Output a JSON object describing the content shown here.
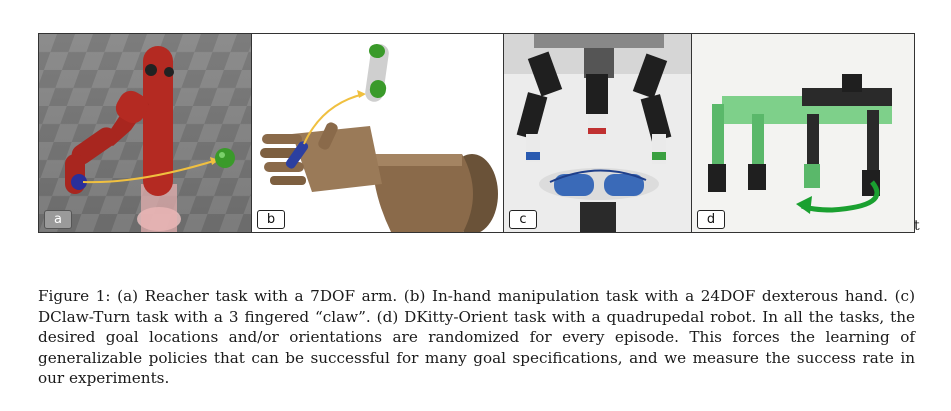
{
  "panels": [
    {
      "label": "a",
      "description": "Reacher task with a 7DOF arm"
    },
    {
      "label": "b",
      "description": "In-hand manipulation task with a 24DOF dexterous hand"
    },
    {
      "label": "c",
      "description": "DClaw-Turn task with a 3 fingered claw"
    },
    {
      "label": "d",
      "description": "DKitty-Orient task with a quadrupedal robot"
    }
  ],
  "stray_char": "t",
  "caption": "Figure 1: (a) Reacher task with a 7DOF arm. (b) In-hand manipulation task with a 24DOF dexterous hand. (c) DClaw-Turn task with a 3 fingered “claw”. (d) DKitty-Orient task with a quadrupedal robot. In all the tasks, the desired goal locations and/or orientations are randomized for every episode. This forces the learning of generalizable policies that can be successful for many goal specifications, and we measure the success rate in our experiments.",
  "colors": {
    "arm_red": "#b42a22",
    "goal_green": "#3a9a2a",
    "hand_bronze": "#8a6a4a",
    "claw_black": "#1f1f1f",
    "kitty_green": "#7ed08a",
    "arrow_yellow": "#f0c040"
  }
}
